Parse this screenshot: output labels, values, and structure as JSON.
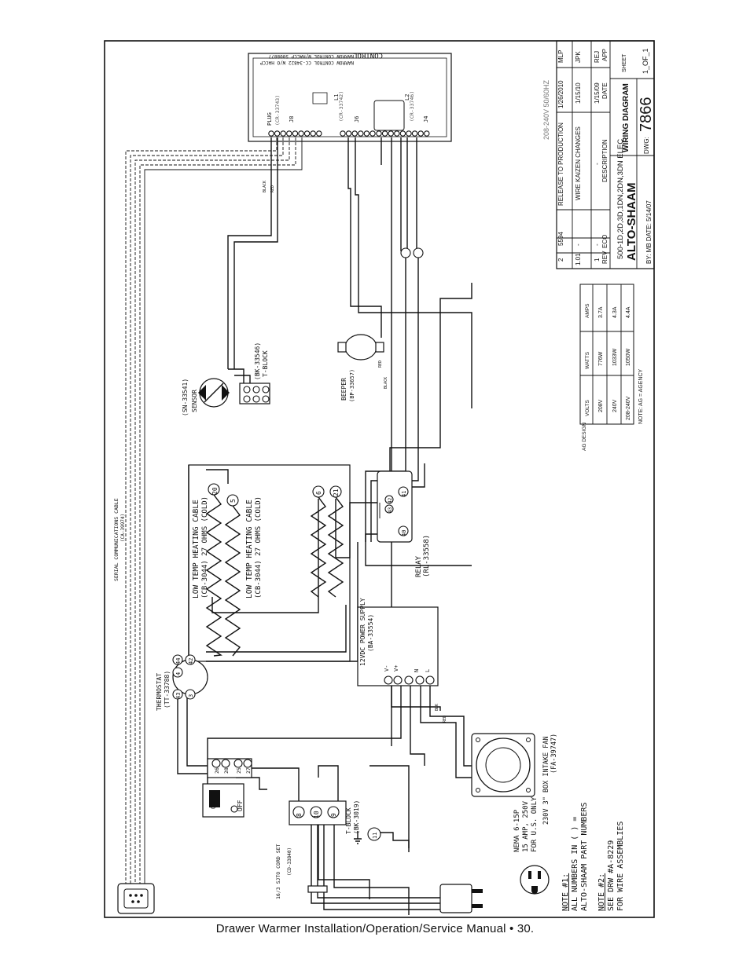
{
  "footer": "Drawer Warmer Installation/Operation/Service Manual • 30.",
  "control": {
    "title": "CONTROL",
    "sub1": "NARROW CONTROL CC-34822 W/O HACCP",
    "sub2": "NARROW CONTROL W/HACCP 5008877",
    "plug1": "PLUG",
    "plug1_pn": "(CR-33743)",
    "plug2_pn": "(CR-33742)",
    "plug3_pn": "(CR-33746)",
    "j1": "J8",
    "j2": "J6",
    "j3": "J4",
    "l1": "L1",
    "l2": "L2"
  },
  "wires": {
    "black": "BLACK",
    "red": "RED",
    "blk": "BLK"
  },
  "labels": {
    "serial": "SERIAL COMMUNICATIONS CABLE",
    "serial_pn": "(CA-39974)",
    "sensor": "SENSOR",
    "sensor_pn": "(SN-33541)",
    "tblock_top": "T-BLOCK",
    "tblock_top_pn": "(BK-33546)",
    "beeper": "BEEPER",
    "beeper_pn": "(BP-33657)",
    "heater1": "LOW TEMP HEATING CABLE",
    "heater1_spec": "(CB-3044) 27 OHMS (COLD)",
    "heater2": "LOW TEMP HEATING CABLE",
    "heater2_spec": "(CB-3044) 27 OHMS (COLD)",
    "relay": "RELAY",
    "relay_pn": "(RL-33558)",
    "power_supply": "12VDC POWER SUPPLY",
    "power_supply_pn": "(BA-33554)",
    "thermostat": "THERMOSTAT",
    "thermostat_pn": "(TT-33788)",
    "on": "ON",
    "off": "OFF",
    "fan": "230V 3\" BOX INTAKE FAN",
    "fan_pn": "(FA-39747)",
    "tblock_bot": "T-BLOCK",
    "tblock_bot_pn": "(BK-3019)",
    "cord": "16/3 SJTO CORD SET",
    "cord_pn": "(CD-33840)",
    "nema1": "NEMA 6-15P",
    "nema2": "15 AMP, 250V",
    "nema3": "FOR U.S. ONLY"
  },
  "terminals": {
    "heater1_ends": [
      "20",
      "5"
    ],
    "heater2_ends": [
      "6",
      "21"
    ],
    "relay": [
      "41",
      "42",
      "43",
      "40"
    ],
    "thermostat": [
      "44",
      "42",
      "4",
      "3",
      "43"
    ],
    "switch": [
      "26",
      "28",
      "25",
      "27"
    ],
    "tblock_bot": [
      "8",
      "10",
      "9"
    ],
    "ground": "11"
  },
  "notes": {
    "n1_title": "NOTE #1:",
    "n1_l1": "ALL NUMBERS IN ( ) =",
    "n1_l2": "ALTO-SHAAM PART NUMBERS",
    "n2_title": "NOTE #2:",
    "n2_l1": "SEE DRW #A-8229",
    "n2_l2": "FOR WIRE ASSEMBLIES",
    "agency": "NOTE: AG = AGENCY"
  },
  "spec_table": {
    "headers": [
      "VOLTS",
      "WATTS",
      "AMPS"
    ],
    "rows": [
      [
        "208V",
        "776W",
        "3.7A"
      ],
      [
        "240V",
        "1033W",
        "4.3A"
      ],
      [
        "208-240V",
        "1050W",
        "4.4A"
      ]
    ],
    "footer": "AG DESIGN"
  },
  "title_block": {
    "voltage": "208-240V 50/60HZ",
    "revisions": [
      [
        "2",
        "5594",
        "RELEASE TO PRODUCTION",
        "1/26/2010",
        "MLP"
      ],
      [
        "1.01",
        "-",
        "WIRE KAIZEN CHANGES",
        "1/15/10",
        "JPK"
      ],
      [
        "1",
        "-",
        "-",
        "1/15/09",
        "REJ"
      ]
    ],
    "rev_headers": [
      "REV",
      "ECO",
      "DESCRIPTION",
      "DATE",
      "APP"
    ],
    "models": "500-1D,2D,3D,1DN,2DN,3DN ELEC",
    "brand": "ALTO-SHAAM",
    "title": "WIRING DIAGRAM",
    "dwg_label": "DWG:",
    "dwg": "7866",
    "sheet_label": "SHEET",
    "sheet": "1_OF_1",
    "by": "BY: MB DATE: 5/14/07"
  }
}
